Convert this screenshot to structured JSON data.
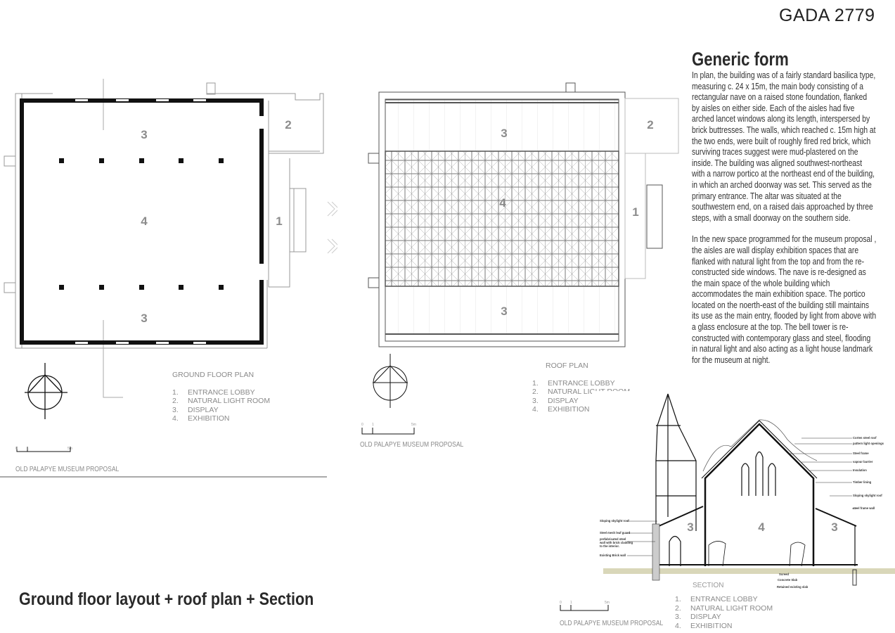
{
  "sheet_code": "GADA 2779",
  "sheet_title": "Ground floor layout + roof plan + Section",
  "description": {
    "heading": "Generic form",
    "paragraphs": [
      "In plan, the building was of a fairly standard basilica type, measuring c. 24 x 15m, the main body consisting of a rectangular nave on a raised stone foundation, flanked by aisles on either side. Each of the aisles had five arched lancet windows along its length, interspersed by brick buttresses. The walls, which reached c. 15m high at the two ends, were built of roughly fired red brick, which surviving traces suggest were mud-plastered on the inside. The building was aligned southwest-northeast with a narrow portico at the northeast end of the building, in which an arched doorway was set. This served as the primary entrance. The altar was situated at the southwestern end, on a raised dais approached by three steps, with a small doorway on the southern side.",
      "In the new space programmed for the museum proposal , the aisles are wall display exhibition spaces that are flanked with natural light from the top and from the re-constructed side windows. The nave is re-designed as the main space of the whole building which accommodates the main exhibition space. The portico located on the noerth-east of the building still maintains its use as the main entry, flooded by light from above with a glass enclosure at the top. The bell tower is re-constructed with contemporary glass and steel, flooding in natural light and also acting as a light house landmark for the museum at night."
    ]
  },
  "room_labels": {
    "lobby": "1",
    "light_room": "2",
    "display": "3",
    "exhibition": "4"
  },
  "legend_items": [
    {
      "num": "1.",
      "label": "ENTRANCE LOBBY"
    },
    {
      "num": "2.",
      "label": "NATURAL LIGHT ROOM"
    },
    {
      "num": "3.",
      "label": "DISPLAY"
    },
    {
      "num": "4.",
      "label": "EXHIBITION"
    }
  ],
  "ground_plan": {
    "title": "GROUND FLOOR PLAN"
  },
  "roof_plan": {
    "title": "ROOF PLAN"
  },
  "section": {
    "title": "SECTION",
    "annotations_right": [
      "Corten steel roof",
      "pattern light openings",
      "Steel frame",
      "vapour barrier",
      "Insulation",
      "Timber lining",
      "Sloping skylight roof",
      "steel frame wall"
    ],
    "annotations_left": [
      "Sloping skylight roof",
      "Steel mesh leaf guard",
      "prefabricated steel",
      "wall with brick cladding",
      "to the interior.",
      "Existing Brick wall"
    ],
    "annotations_bottom": [
      "Screed",
      "Concrete Slab",
      "Retained existing slab"
    ]
  },
  "scale_bar": {
    "ticks": [
      "0",
      "1",
      "5m"
    ]
  },
  "project_name": "OLD PALAPYE MUSEUM PROPOSAL",
  "colors": {
    "wall": "#111111",
    "label_gray": "#8c8c8c",
    "ground": "#d9d7b9"
  }
}
